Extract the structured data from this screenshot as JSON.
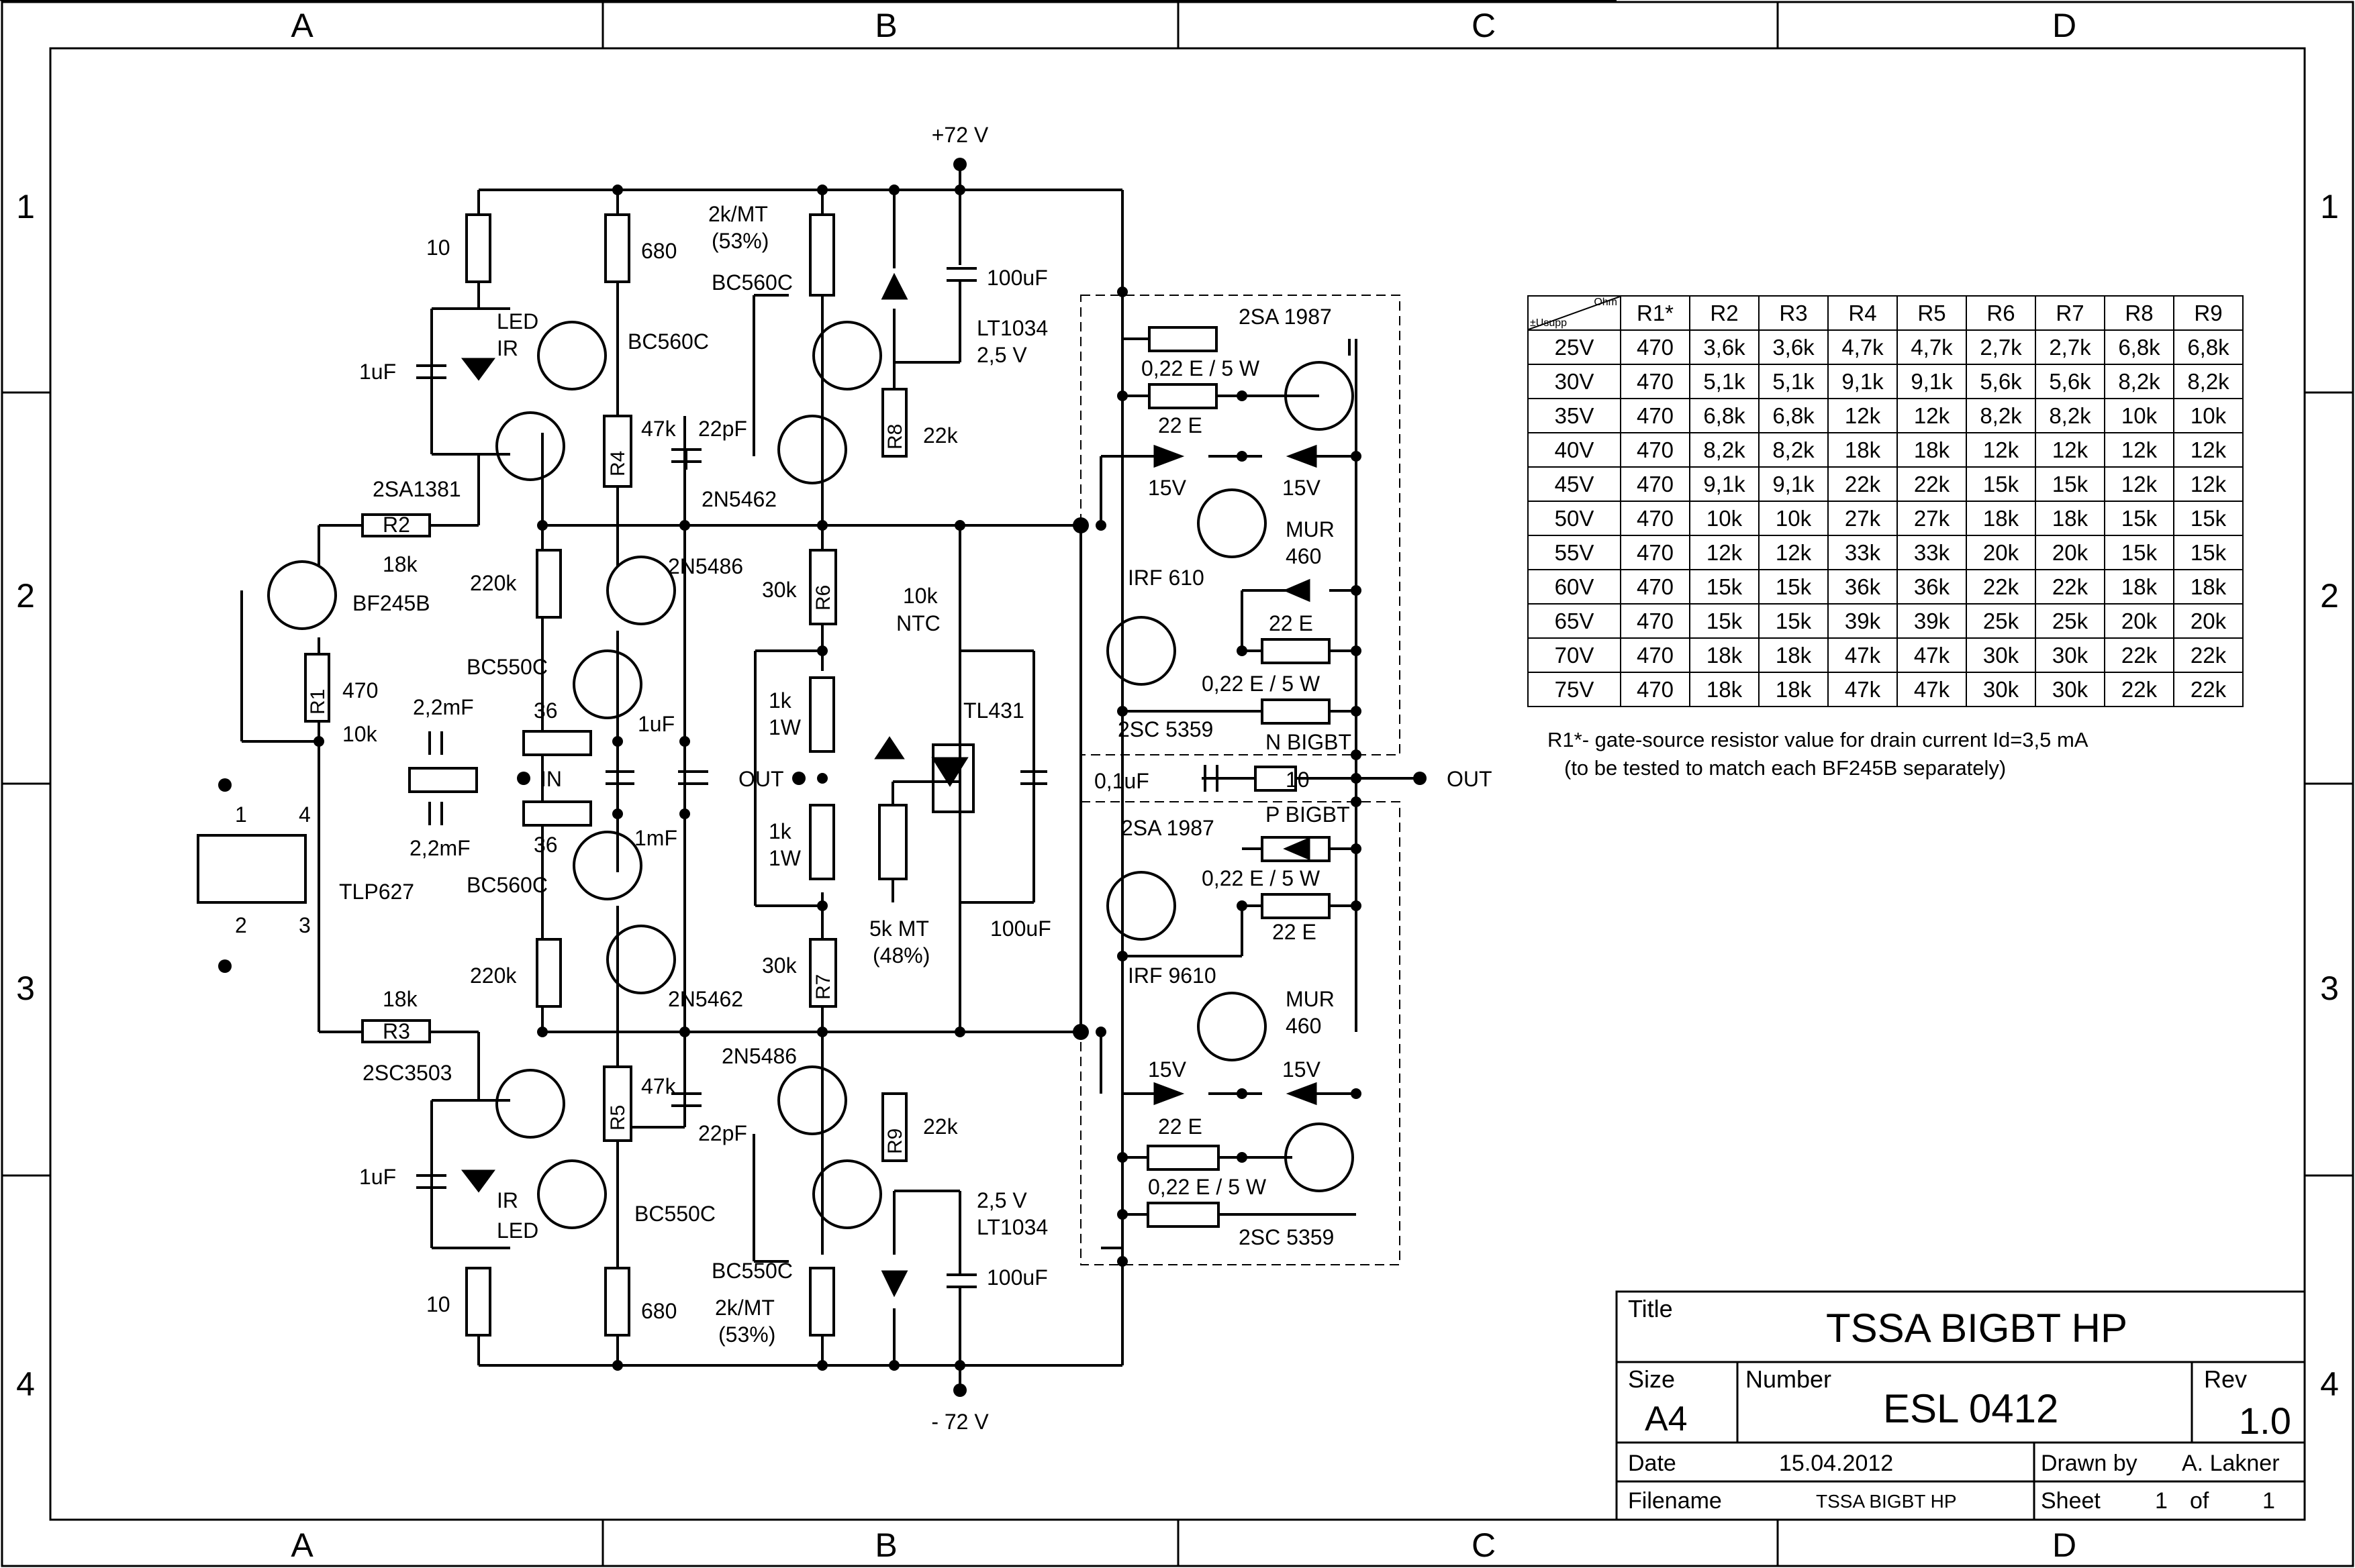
{
  "frame": {
    "cols": [
      "A",
      "B",
      "C",
      "D"
    ],
    "rows": [
      "1",
      "2",
      "3",
      "4"
    ]
  },
  "labels": {
    "vpos": "+72 V",
    "vneg": "- 72 V",
    "in": "IN",
    "out": "OUT",
    "out_amp": "OUT",
    "ntc": "10k\nNTC",
    "tl431": "TL431",
    "tlp627": "TLP627",
    "bf245b": "BF245B",
    "r1": "R1",
    "r1v": "470",
    "r2": "R2",
    "r2v": "18k",
    "r3": "R3",
    "r3v": "18k",
    "r4": "R4",
    "r5": "R5",
    "r6": "R6",
    "r7": "R7",
    "r8": "R8",
    "r9": "R9",
    "p1": "1",
    "p2": "2",
    "p3": "3",
    "p4": "4",
    "c2sa1381": "2SA1381",
    "c2sc3503": "2SC3503",
    "bc560c": "BC560C",
    "bc550c": "BC550C",
    "n5462": "2N5462",
    "n5486": "2N5486",
    "lt1034": "LT1034\n2,5 V",
    "lt1034b": "2,5 V\nLT1034",
    "cap100uf": "100uF",
    "r22k": "22k",
    "r680": "680",
    "r10": "10",
    "r47k": "47k",
    "c22pf": "22pF",
    "r220k": "220k",
    "r30k": "30k",
    "r1k": "1k\n1W",
    "c2_2mf": "2,2mF",
    "r36": "36",
    "c1uf": "1uF",
    "c1mf": "1mF",
    "led": "LED\nIR",
    "ledb": "IR\nLED",
    "pot2k": "2k/MT\n(53%)",
    "pot5k": "5k MT\n(48%)",
    "c2sa1987": "2SA 1987",
    "c2sc5359": "2SC 5359",
    "r022": "0,22 E / 5 W",
    "r22e": "22 E",
    "z15v": "15V",
    "irf610": "IRF 610",
    "irf9610": "IRF 9610",
    "mur460": "MUR\n460",
    "nbigbt": "N BIGBT",
    "pbigbt": "P BIGBT",
    "c01uf": "0,1uF",
    "r10out": "10"
  },
  "table": {
    "corner_top": "Ohm",
    "corner_bottom": "±Usupp",
    "columns": [
      "R1*",
      "R2",
      "R3",
      "R4",
      "R5",
      "R6",
      "R7",
      "R8",
      "R9"
    ],
    "rows": [
      [
        "25V",
        "470",
        "3,6k",
        "3,6k",
        "4,7k",
        "4,7k",
        "2,7k",
        "2,7k",
        "6,8k",
        "6,8k"
      ],
      [
        "30V",
        "470",
        "5,1k",
        "5,1k",
        "9,1k",
        "9,1k",
        "5,6k",
        "5,6k",
        "8,2k",
        "8,2k"
      ],
      [
        "35V",
        "470",
        "6,8k",
        "6,8k",
        "12k",
        "12k",
        "8,2k",
        "8,2k",
        "10k",
        "10k"
      ],
      [
        "40V",
        "470",
        "8,2k",
        "8,2k",
        "18k",
        "18k",
        "12k",
        "12k",
        "12k",
        "12k"
      ],
      [
        "45V",
        "470",
        "9,1k",
        "9,1k",
        "22k",
        "22k",
        "15k",
        "15k",
        "12k",
        "12k"
      ],
      [
        "50V",
        "470",
        "10k",
        "10k",
        "27k",
        "27k",
        "18k",
        "18k",
        "15k",
        "15k"
      ],
      [
        "55V",
        "470",
        "12k",
        "12k",
        "33k",
        "33k",
        "20k",
        "20k",
        "15k",
        "15k"
      ],
      [
        "60V",
        "470",
        "15k",
        "15k",
        "36k",
        "36k",
        "22k",
        "22k",
        "18k",
        "18k"
      ],
      [
        "65V",
        "470",
        "15k",
        "15k",
        "39k",
        "39k",
        "25k",
        "25k",
        "20k",
        "20k"
      ],
      [
        "70V",
        "470",
        "18k",
        "18k",
        "47k",
        "47k",
        "30k",
        "30k",
        "22k",
        "22k"
      ],
      [
        "75V",
        "470",
        "18k",
        "18k",
        "47k",
        "47k",
        "30k",
        "30k",
        "22k",
        "22k"
      ]
    ]
  },
  "note": {
    "line1": "R1*- gate-source resistor value for drain current Id=3,5 mA",
    "line2": "(to be tested to match each BF245B separately)"
  },
  "title_block": {
    "title_label": "Title",
    "title": "TSSA BIGBT HP",
    "size_label": "Size",
    "size": "A4",
    "number_label": "Number",
    "number": "ESL 0412",
    "rev_label": "Rev",
    "rev": "1.0",
    "date_label": "Date",
    "date": "15.04.2012",
    "drawn_label": "Drawn by",
    "drawn": "A. Lakner",
    "filename_label": "Filename",
    "filename": "TSSA BIGBT HP",
    "sheet_label": "Sheet",
    "sheet": "1",
    "of_label": "of",
    "of": "1"
  }
}
